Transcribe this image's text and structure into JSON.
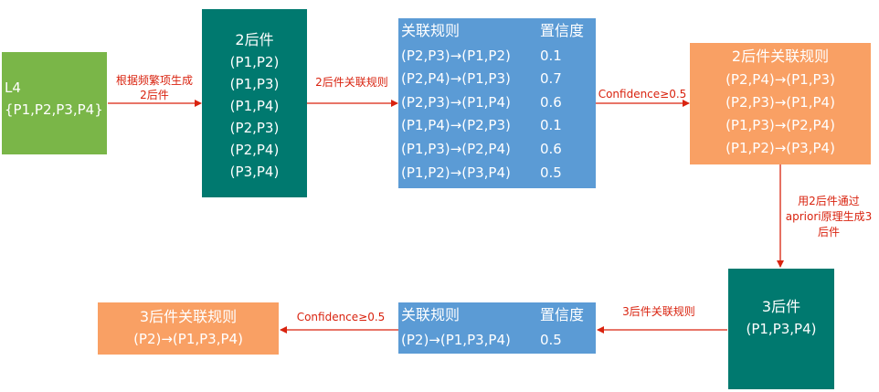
{
  "l4": {
    "title": "L4",
    "set": "{P1,P2,P3,P4}"
  },
  "two_consequents": {
    "title": "2后件",
    "items": [
      "(P1,P2)",
      "(P1,P3)",
      "(P1,P4)",
      "(P2,P3)",
      "(P2,P4)",
      "(P3,P4)"
    ]
  },
  "rule_table_2": {
    "header_rule": "关联规则",
    "header_conf": "置信度",
    "rows": [
      {
        "rule": "(P2,P3)→(P1,P2)",
        "conf": "0.1"
      },
      {
        "rule": "(P2,P4)→(P1,P3)",
        "conf": "0.7"
      },
      {
        "rule": "(P2,P3)→(P1,P4)",
        "conf": "0.6"
      },
      {
        "rule": "(P1,P4)→(P2,P3)",
        "conf": "0.1"
      },
      {
        "rule": "(P1,P3)→(P2,P4)",
        "conf": "0.6"
      },
      {
        "rule": "(P1,P2)→(P3,P4)",
        "conf": "0.5"
      }
    ]
  },
  "rules_2": {
    "title": "2后件关联规则",
    "items": [
      "(P2,P4)→(P1,P3)",
      "(P2,P3)→(P1,P4)",
      "(P1,P3)→(P2,P4)",
      "(P1,P2)→(P3,P4)"
    ]
  },
  "three_consequents": {
    "title": "3后件",
    "items": [
      "(P1,P3,P4)"
    ]
  },
  "rule_table_3": {
    "header_rule": "关联规则",
    "header_conf": "置信度",
    "rows": [
      {
        "rule": "(P2)→(P1,P3,P4)",
        "conf": "0.5"
      }
    ]
  },
  "rules_3": {
    "title": "3后件关联规则",
    "items": [
      "(P2)→(P1,P3,P4)"
    ]
  },
  "arrow_labels": {
    "gen_2": [
      "根据频繁项生成",
      "2后件"
    ],
    "assoc_2": "2后件关联规则",
    "conf_filter_1": "Confidence≥0.5",
    "apriori": [
      "用2后件通过",
      "apriori原理生成3",
      "后件"
    ],
    "assoc_3": "3后件关联规则",
    "conf_filter_2": "Confidence≥0.5"
  },
  "colors": {
    "green": "#7ab648",
    "teal": "#00796f",
    "blue": "#5b9bd5",
    "orange": "#f9a064",
    "arrow": "#d9230f"
  }
}
